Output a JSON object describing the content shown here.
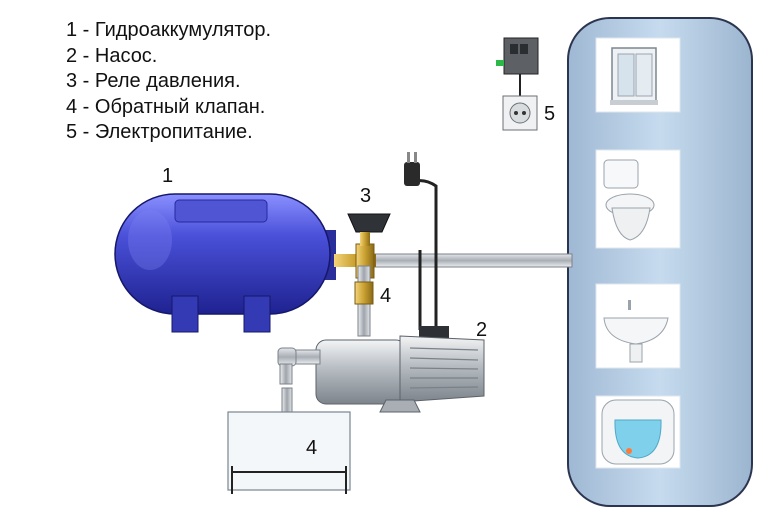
{
  "legend": [
    "1 - Гидроаккумулятор.",
    "2 - Насос.",
    "3 - Реле давления.",
    "4 - Обратный клапан.",
    "5 - Электропитание."
  ],
  "callouts": {
    "accumulator": "1",
    "pump": "2",
    "pressure_relay": "3",
    "check_valve_top": "4",
    "check_valve_bottom": "4",
    "power_supply": "5"
  },
  "colors": {
    "tank_blue": "#3a3fc0",
    "pipe_gray": "#b9bfc6",
    "fixture_panel": "#b4cde3",
    "brass": "#c9a030"
  }
}
